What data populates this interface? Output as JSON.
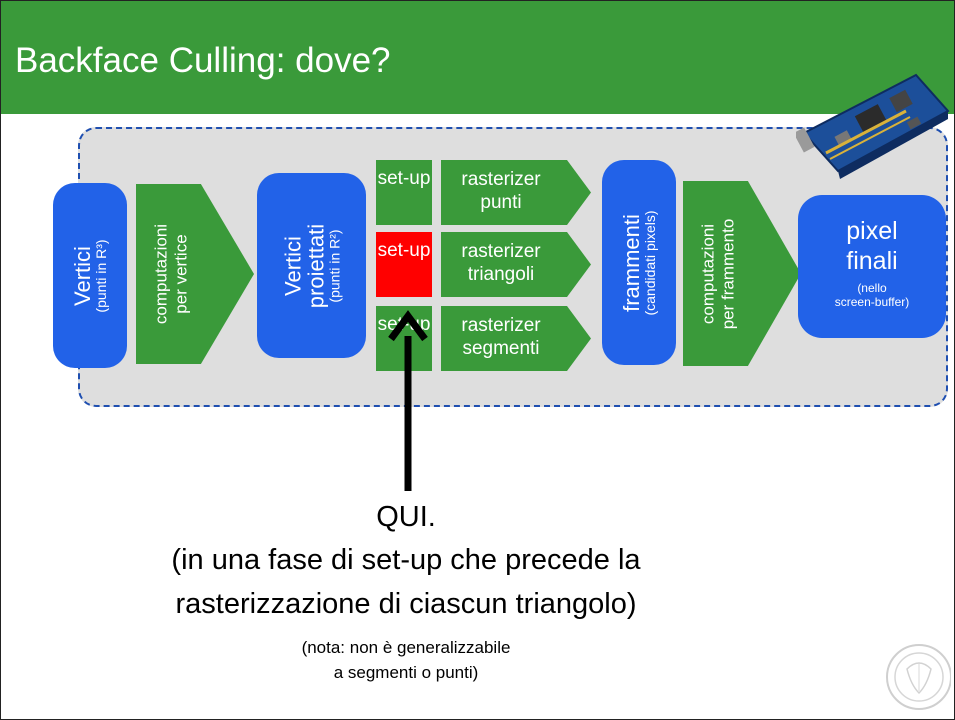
{
  "slide": {
    "title": "Backface Culling: dove?"
  },
  "pipeline": {
    "vertici": {
      "main": "Vertici",
      "sub": "(punti in R³)"
    },
    "computazioni_vertice": {
      "line1": "computazioni",
      "line2": "per vertice"
    },
    "vertici_proiettati": {
      "line1": "Vertici",
      "line2": "proiettati",
      "sub": "(punti in R²)"
    },
    "setup": {
      "row1": "set-up",
      "row2": "set-up",
      "row3": "set-up"
    },
    "rasterizer": {
      "punti": {
        "line1": "rasterizer",
        "line2": "punti"
      },
      "triangoli": {
        "line1": "rasterizer",
        "line2": "triangoli"
      },
      "segmenti": {
        "line1": "rasterizer",
        "line2": "segmenti"
      }
    },
    "frammenti": {
      "main": "frammenti",
      "sub": "(candidati pixels)"
    },
    "computazioni_frammento": {
      "line1": "computazioni",
      "line2": "per frammento"
    },
    "pixel_finali": {
      "line1": "pixel",
      "line2": "finali",
      "sub1": "(nello",
      "sub2": "screen-buffer)"
    }
  },
  "caption": {
    "qui": "QUI.",
    "line2": "(in una fase di set-up che precede la",
    "line3": "rasterizzazione di ciascun triangolo)",
    "note1": "(nota: non è generalizzabile",
    "note2": "a segmenti o punti)"
  },
  "colors": {
    "header_green": "#3a9a3a",
    "box_blue": "#2262e8",
    "highlight_red": "#ff0000",
    "pipeline_bg": "#dedede",
    "dashed_border": "#1f4fb0"
  },
  "icons": {
    "gpu": "graphics-card-image",
    "seal": "university-seal-logo",
    "pointer": "up-arrow"
  }
}
